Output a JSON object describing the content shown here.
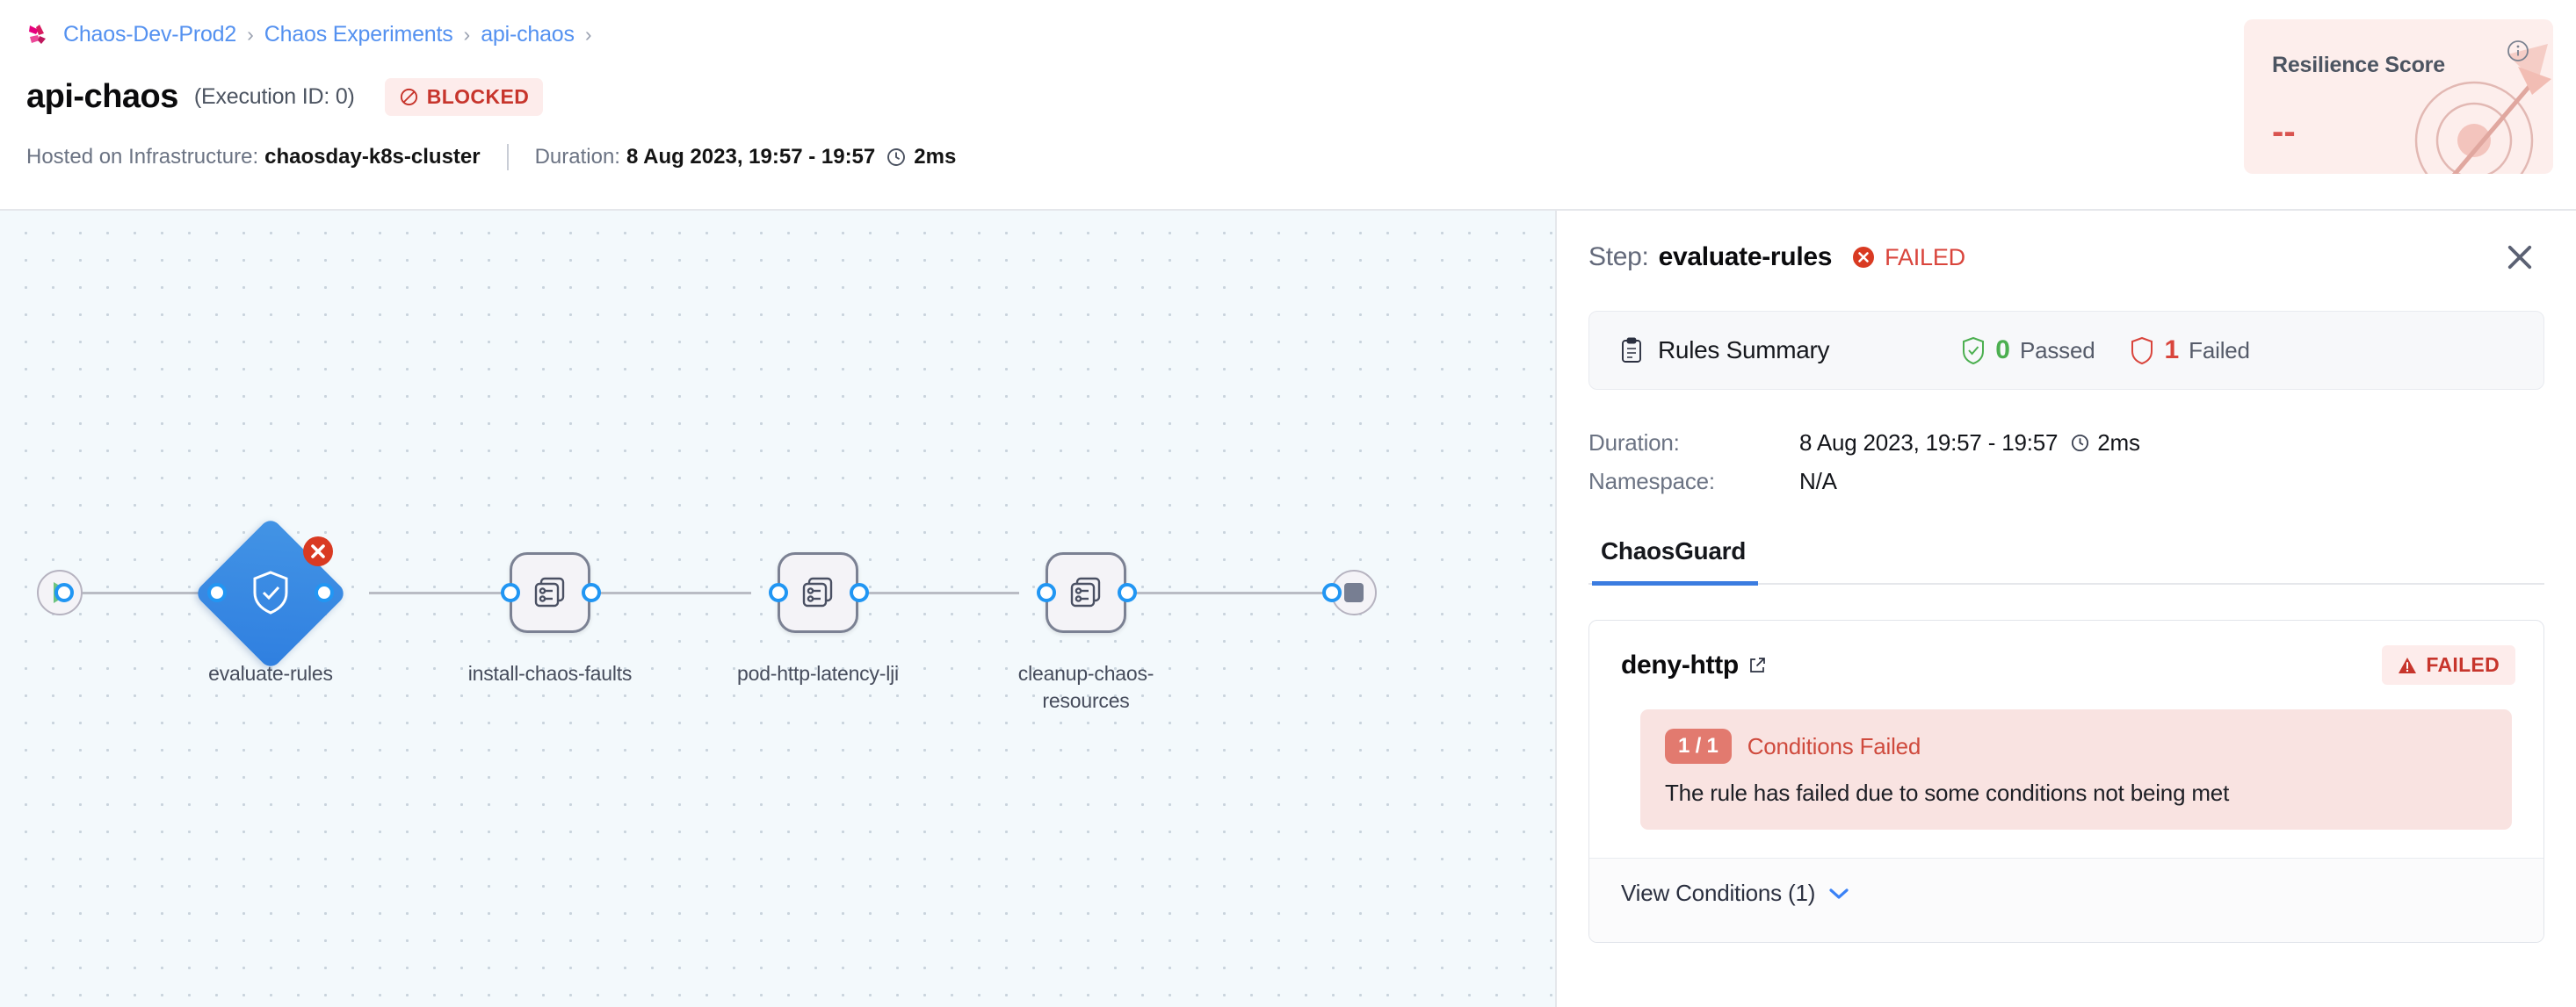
{
  "breadcrumb": {
    "logo_icon": "harness-logo-icon",
    "items": [
      {
        "label": "Chaos-Dev-Prod2"
      },
      {
        "label": "Chaos Experiments"
      },
      {
        "label": "api-chaos"
      }
    ],
    "separator": "›"
  },
  "header": {
    "title": "api-chaos",
    "execution_id": "(Execution ID: 0)",
    "status": "BLOCKED",
    "status_icon": "ban-icon",
    "infra_label": "Hosted on Infrastructure:",
    "infra_value": "chaosday-k8s-cluster",
    "duration_label": "Duration:",
    "duration_value": "8 Aug 2023, 19:57 - 19:57",
    "duration_elapsed": "2ms",
    "clock_icon": "clock-icon"
  },
  "resilience": {
    "title": "Resilience Score",
    "value": "--",
    "info_icon": "info-circle-icon",
    "art_icon": "dartboard-arrow-icon",
    "bg_color": "#fdeeec",
    "value_color": "#d9534f"
  },
  "graph": {
    "start_node": {
      "name": "start",
      "icon": "play-icon"
    },
    "end_node": {
      "name": "end",
      "icon": "stop-icon"
    },
    "nodes": [
      {
        "label": "evaluate-rules",
        "shape": "diamond",
        "icon": "shield-check-icon",
        "status": "failed",
        "status_icon": "error-x-icon"
      },
      {
        "label": "install-chaos-faults",
        "shape": "square",
        "icon": "chaos-fault-icon",
        "status": "none"
      },
      {
        "label": "pod-http-latency-lji",
        "shape": "square",
        "icon": "chaos-fault-icon",
        "status": "none"
      },
      {
        "label": "cleanup-chaos-resources",
        "shape": "square",
        "icon": "chaos-fault-icon",
        "status": "none"
      }
    ]
  },
  "panel": {
    "step_label": "Step:",
    "step_name": "evaluate-rules",
    "step_status": "FAILED",
    "step_status_icon": "error-x-icon",
    "close_icon": "close-icon",
    "rules_summary": {
      "icon": "clipboard-icon",
      "title": "Rules Summary",
      "passed_count": "0",
      "passed_label": "Passed",
      "passed_icon": "shield-check-icon",
      "failed_count": "1",
      "failed_label": "Failed",
      "failed_icon": "shield-outline-icon"
    },
    "details": [
      {
        "key": "Duration:",
        "value": "8 Aug 2023, 19:57 - 19:57",
        "extra": "2ms",
        "icon": "clock-icon"
      },
      {
        "key": "Namespace:",
        "value": "N/A"
      }
    ],
    "tabs": [
      {
        "label": "ChaosGuard",
        "active": true
      }
    ],
    "rule": {
      "name": "deny-http",
      "link_icon": "external-link-icon",
      "badge": "FAILED",
      "badge_icon": "warning-triangle-icon",
      "conditions_count": "1 / 1",
      "conditions_label": "Conditions Failed",
      "conditions_desc": "The rule has failed due to some conditions not being met",
      "view_conditions": "View Conditions (1)",
      "chevron_icon": "chevron-down-icon"
    }
  }
}
